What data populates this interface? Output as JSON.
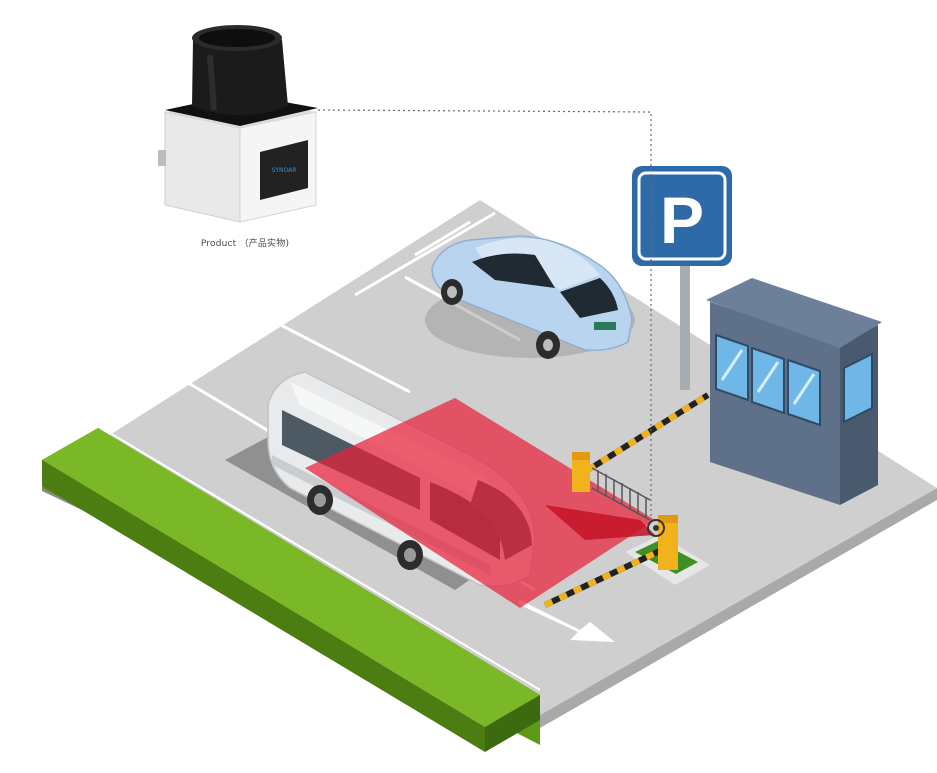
{
  "product": {
    "caption": "Product （产品实物)",
    "device_name": "lidar-scanner",
    "brand_text": "SYNOAR"
  },
  "parking_sign": {
    "letter": "P"
  },
  "colors": {
    "sign_blue": "#2e69a8",
    "scan_zone": "#e8213a",
    "grass": "#74b31f",
    "pavement": "#c9c9c9",
    "barrier_yellow": "#f2b21b",
    "booth_blue": "#7a8fa8"
  },
  "icons": {
    "exit_arrow": "arrow-icon",
    "sensor": "lidar-icon"
  }
}
